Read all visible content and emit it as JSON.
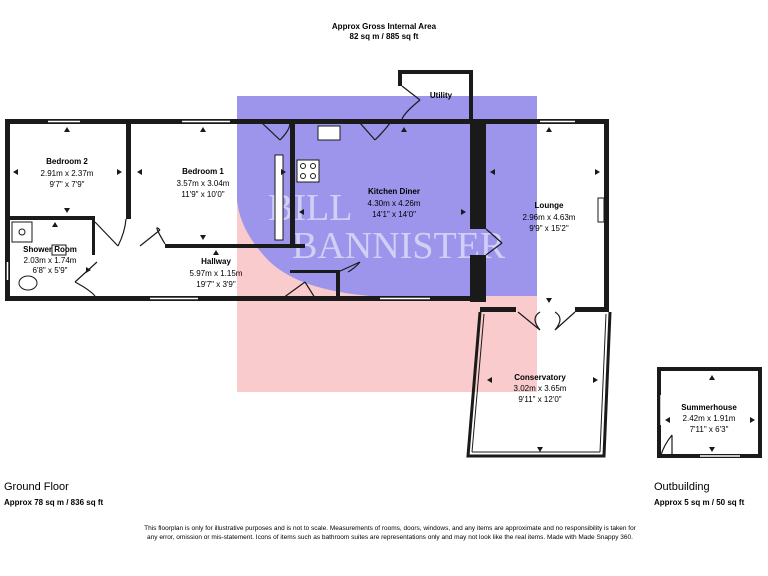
{
  "header": {
    "title": "Approx Gross Internal Area",
    "area": "82 sq m / 885 sq ft"
  },
  "watermark": {
    "line1": "BILL",
    "line2": "BANNISTER",
    "colors": {
      "blue": "#8c8cf0",
      "red": "#f7b9bb"
    }
  },
  "rooms": {
    "bedroom2": {
      "name": "Bedroom 2",
      "metric": "2.91m x 2.37m",
      "imperial": "9'7\" x 7'9\""
    },
    "bedroom1": {
      "name": "Bedroom 1",
      "metric": "3.57m x 3.04m",
      "imperial": "11'9\" x 10'0\""
    },
    "kitchen": {
      "name": "Kitchen Diner",
      "metric": "4.30m x 4.26m",
      "imperial": "14'1\" x 14'0\""
    },
    "lounge": {
      "name": "Lounge",
      "metric": "2.96m x 4.63m",
      "imperial": "9'9\" x 15'2\""
    },
    "shower": {
      "name": "Shower Room",
      "metric": "2.03m x 1.74m",
      "imperial": "6'8\" x 5'9\""
    },
    "hallway": {
      "name": "Hallway",
      "metric": "5.97m x 1.15m",
      "imperial": "19'7\" x 3'9\""
    },
    "conservatory": {
      "name": "Conservatory",
      "metric": "3.02m x 3.65m",
      "imperial": "9'11\" x 12'0\""
    },
    "utility": {
      "name": "Utility"
    },
    "summerhouse": {
      "name": "Summerhouse",
      "metric": "2.42m x 1.91m",
      "imperial": "7'11\" x 6'3\""
    }
  },
  "ground_floor": {
    "title": "Ground Floor",
    "area": "Approx 78 sq m / 836 sq ft"
  },
  "outbuilding": {
    "title": "Outbuilding",
    "area": "Approx 5 sq m / 50 sq ft"
  },
  "disclaimer": "This floorplan is only for illustrative purposes and is not to scale. Measurements of rooms, doors, windows, and any items are approximate and no responsibility is taken for any error, omission or mis-statement. Icons of items such as bathroom suites are representations only and may not look like the real items. Made with Made Snappy 360."
}
